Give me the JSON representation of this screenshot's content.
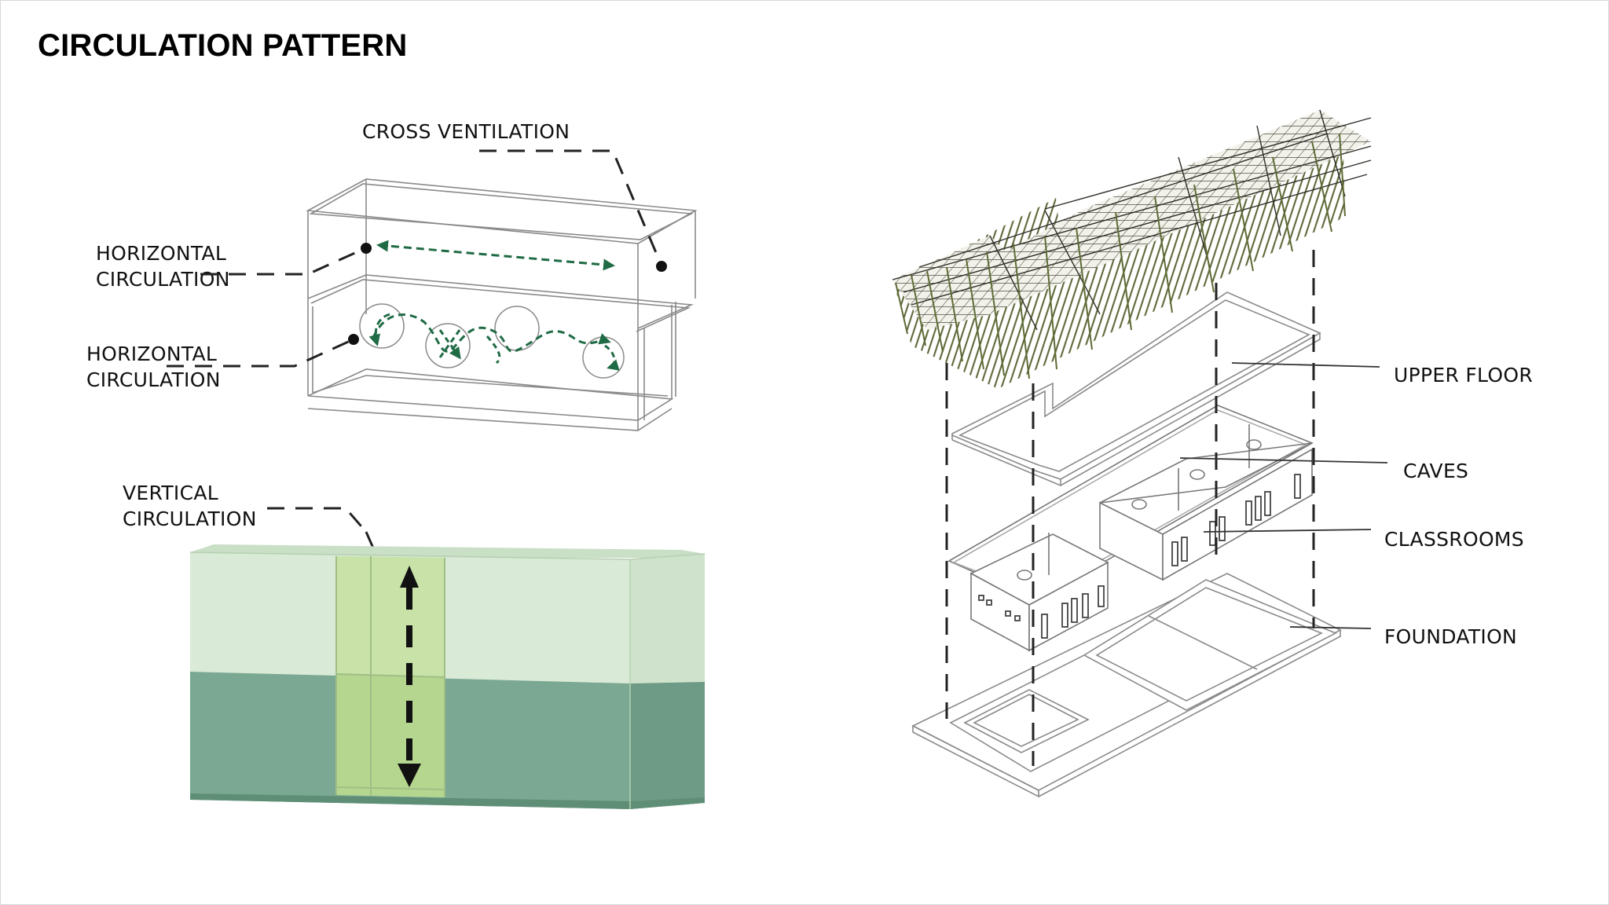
{
  "page": {
    "title": "CIRCULATION PATTERN"
  },
  "labels": {
    "cross_ventilation": "CROSS VENTILATION",
    "horizontal_circulation_top": [
      "HORIZONTAL",
      "CIRCULATION"
    ],
    "horizontal_circulation_bottom": [
      "HORIZONTAL",
      "CIRCULATION"
    ],
    "vertical_circulation": [
      "VERTICAL",
      "CIRCULATION"
    ],
    "upper_floor": "UPPER FLOOR",
    "caves": "CAVES",
    "classrooms": "CLASSROOMS",
    "foundation": "FOUNDATION"
  },
  "colors": {
    "arrow_green": "#1f6b45",
    "light_green": "#d9ead6",
    "dark_green": "#7aa892",
    "shaft_green": "#c8e2a8",
    "roof_green": "#6f7a3a",
    "line_gray": "#8a8a8a"
  }
}
